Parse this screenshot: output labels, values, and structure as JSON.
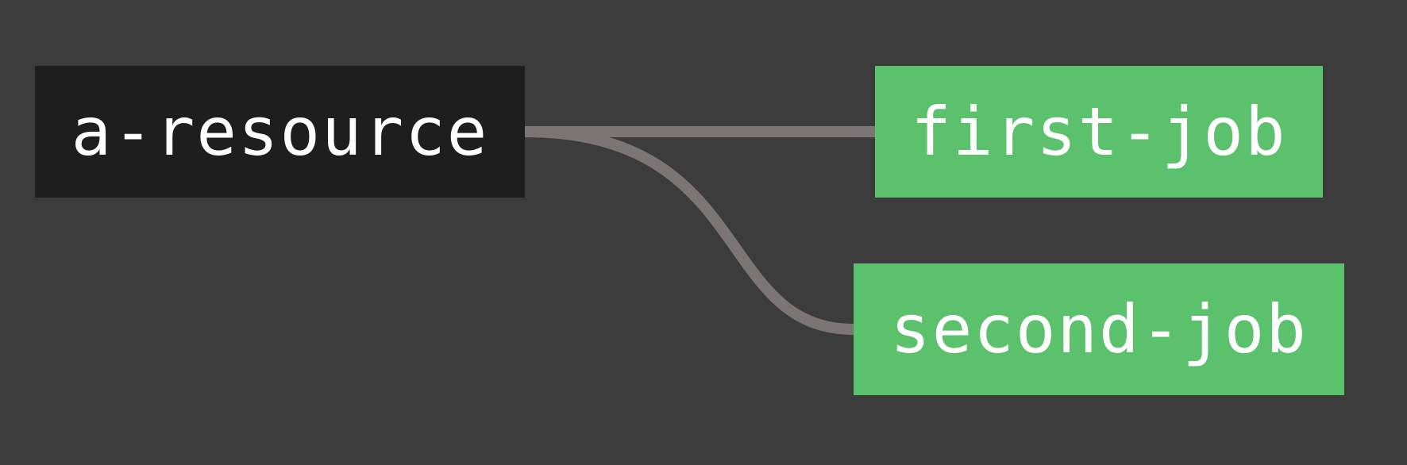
{
  "pipeline": {
    "resources": [
      {
        "name": "a-resource",
        "color": "#1e1e1e"
      }
    ],
    "jobs": [
      {
        "name": "first-job",
        "status": "succeeded",
        "color": "#5cc16d"
      },
      {
        "name": "second-job",
        "status": "succeeded",
        "color": "#5cc16d"
      }
    ],
    "edges": [
      {
        "from": "a-resource",
        "to": "first-job"
      },
      {
        "from": "a-resource",
        "to": "second-job"
      }
    ],
    "edge_color": "#7b7575",
    "background_color": "#3c3c3c"
  }
}
